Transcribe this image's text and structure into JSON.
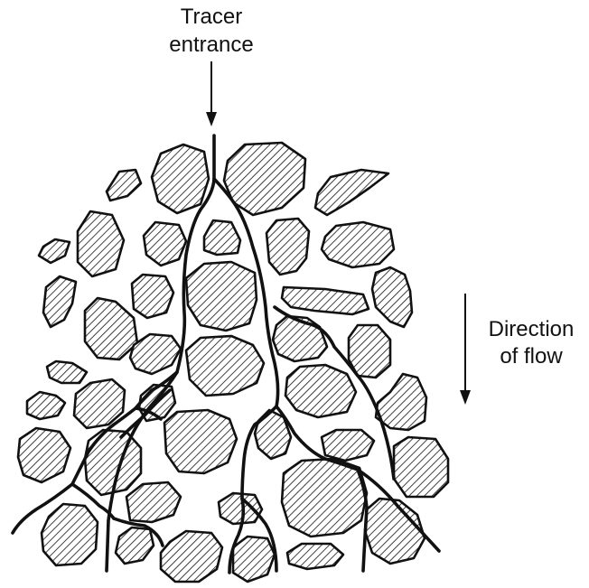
{
  "labels": {
    "tracer_entrance_line1": "Tracer",
    "tracer_entrance_line2": "entrance",
    "direction_line1": "Direction",
    "direction_line2": "of flow"
  },
  "colors": {
    "ink": "#111111",
    "background": "#ffffff"
  }
}
